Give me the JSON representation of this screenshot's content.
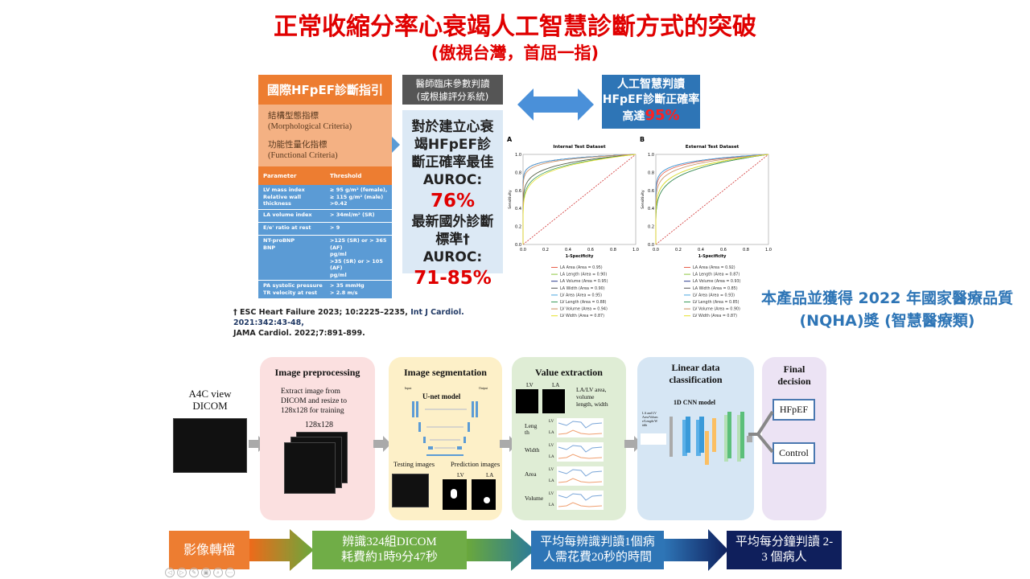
{
  "title": "正常收縮分率心衰竭人工智慧診斷方式的突破",
  "subtitle": "(傲視台灣，首屈一指)",
  "guideline": {
    "header": "國際HFpEF診斷指引",
    "criteria": [
      {
        "zh": "結構型態指標",
        "en": "(Morphological Criteria)"
      },
      {
        "zh": "功能性量化指標",
        "en": "(Functional Criteria)"
      }
    ],
    "table_headers": [
      "Parameter",
      "Threshold"
    ],
    "rows": [
      {
        "param": "LV mass index\nRelative wall\nthickness",
        "threshold": "≥ 95 g/m² (female),\n≥ 115 g/m² (male)\n>0.42"
      },
      {
        "param": "LA volume index",
        "threshold": "> 34ml/m² (SR)"
      },
      {
        "param": "E/e' ratio at rest",
        "threshold": "> 9"
      },
      {
        "param": "NT-proBNP\nBNP",
        "threshold": ">125 (SR) or > 365 (AF)\npg/ml\n>35 (SR) or > 105 (AF)\npg/ml"
      },
      {
        "param": "PA systolic pressure\nTR velocity at rest",
        "threshold": "> 35 mmHg\n> 2.8 m/s"
      }
    ]
  },
  "citation": {
    "a": "† ESC Heart Failure 2023; 10:2225–2235, ",
    "b": "Int J Cardiol. 2021:342:43-48,",
    "c": "JAMA Cardiol. 2022;7:891-899."
  },
  "clinician": {
    "header": "醫師臨床參數判讀\n(或根據評分系統)",
    "line1": "對於建立心衰竭HFpEF診斷正確率最佳AUROC:",
    "value1": "76%",
    "line2": "最新國外診斷標準† AUROC:",
    "value2": "71-85%"
  },
  "ai": {
    "line1": "人工智慧判讀HFpEF診斷正確率高達",
    "value": "95%"
  },
  "award": "本產品並獲得 2022 年國家醫療品質(NQHA)獎 (智慧醫療類)",
  "chart_data": [
    {
      "type": "line",
      "panel": "A",
      "title": "Internal Test Dataset",
      "xlabel": "1-Specificity",
      "ylabel": "Sensitivity",
      "xlim": [
        0,
        1
      ],
      "ylim": [
        0,
        1
      ],
      "ticks": [
        "0.0",
        "0.2",
        "0.4",
        "0.6",
        "0.8",
        "1.0"
      ],
      "series": [
        {
          "name": "LA Area (Area = 0.95)",
          "auc": 0.95,
          "color": "#e8604c"
        },
        {
          "name": "LA Length (Area = 0.90)",
          "auc": 0.9,
          "color": "#8cc63f"
        },
        {
          "name": "LA Volume (Area = 0.95)",
          "auc": 0.95,
          "color": "#2b3a8c"
        },
        {
          "name": "LA Width (Area = 0.90)",
          "auc": 0.9,
          "color": "#555555"
        },
        {
          "name": "LV Area (Area = 0.95)",
          "auc": 0.95,
          "color": "#4aa8e0"
        },
        {
          "name": "LV Length (Area = 0.88)",
          "auc": 0.88,
          "color": "#3a9a5a"
        },
        {
          "name": "LV Volume (Area = 0.94)",
          "auc": 0.94,
          "color": "#c88a5a"
        },
        {
          "name": "LV Width (Area = 0.87)",
          "auc": 0.87,
          "color": "#e6e02a"
        }
      ]
    },
    {
      "type": "line",
      "panel": "B",
      "title": "External Test Dataset",
      "xlabel": "1-Specificity",
      "ylabel": "Sensitivity",
      "xlim": [
        0,
        1
      ],
      "ylim": [
        0,
        1
      ],
      "ticks": [
        "0.0",
        "0.2",
        "0.4",
        "0.6",
        "0.8",
        "1.0"
      ],
      "series": [
        {
          "name": "LA Area (Area = 0.92)",
          "auc": 0.92,
          "color": "#e8604c"
        },
        {
          "name": "LA Length (Area = 0.87)",
          "auc": 0.87,
          "color": "#8cc63f"
        },
        {
          "name": "LA Volume (Area = 0.93)",
          "auc": 0.93,
          "color": "#2b3a8c"
        },
        {
          "name": "LA Width (Area = 0.85)",
          "auc": 0.85,
          "color": "#555555"
        },
        {
          "name": "LV Area (Area = 0.93)",
          "auc": 0.93,
          "color": "#4aa8e0"
        },
        {
          "name": "LV Length (Area = 0.85)",
          "auc": 0.85,
          "color": "#3a9a5a"
        },
        {
          "name": "LV Volume (Area = 0.90)",
          "auc": 0.9,
          "color": "#c88a5a"
        },
        {
          "name": "LV Width (Area = 0.87)",
          "auc": 0.87,
          "color": "#e6e02a"
        }
      ]
    }
  ],
  "pipeline": {
    "input": "A4C view\nDICOM",
    "pre": {
      "title": "Image preprocessing",
      "desc": "Extract image from\nDICOM and resize to\n128x128 for training",
      "size": "128x128"
    },
    "seg": {
      "title": "Image segmentation",
      "model": "U-net model",
      "input": "Input",
      "output": "Output",
      "testing": "Testing images",
      "prediction": "Prediction images",
      "lv": "LV",
      "la": "LA"
    },
    "val": {
      "title": "Value extraction",
      "lv": "LV",
      "la": "LA",
      "desc": "LA/LV area,\nvolume\nlength, width",
      "rows": [
        "Leng\nth",
        "Width",
        "Area",
        "Volume"
      ]
    },
    "lin": {
      "title": "Linear data\nclassification",
      "model": "1D CNN model",
      "input": "LA and LV\nArea/Volum\ne/Length/W\nidth"
    },
    "fin": {
      "title": "Final\ndecision",
      "opt1": "HFpEF",
      "opt2": "Control"
    }
  },
  "timeline": [
    "影像轉檔",
    "辨識324組DICOM\n耗費約1時9分47秒",
    "平均每辨識判讀1個病\n人需花費20秒的時間",
    "平均每分鐘判讀 2-\n3 個病人"
  ],
  "controls": [
    "◁",
    "▷",
    "✎",
    "▣",
    "⌕",
    "⋯"
  ]
}
